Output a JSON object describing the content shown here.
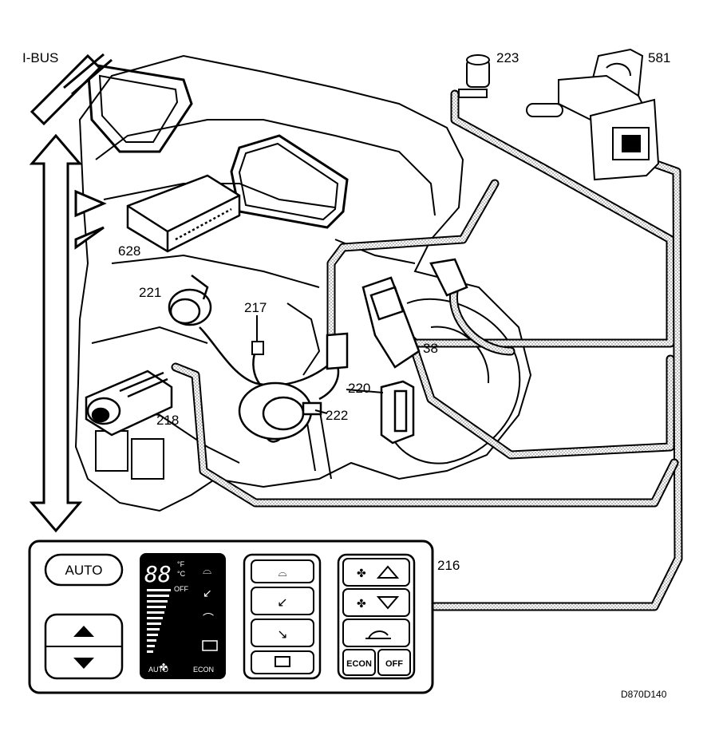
{
  "labels": {
    "ibus": "I-BUS",
    "c223": "223",
    "c581": "581",
    "c628": "628",
    "c221": "221",
    "c217": "217",
    "c38": "38",
    "c220": "220",
    "c218": "218",
    "c222": "222",
    "c216": "216"
  },
  "panel": {
    "auto_button": "AUTO",
    "display": {
      "temp": "88",
      "unit_f": "°F",
      "unit_c": "°C",
      "off": "OFF",
      "auto": "AUTO",
      "econ": "ECON"
    },
    "econ_button": "ECON",
    "off_button": "OFF"
  },
  "figure_id": "D870D140"
}
